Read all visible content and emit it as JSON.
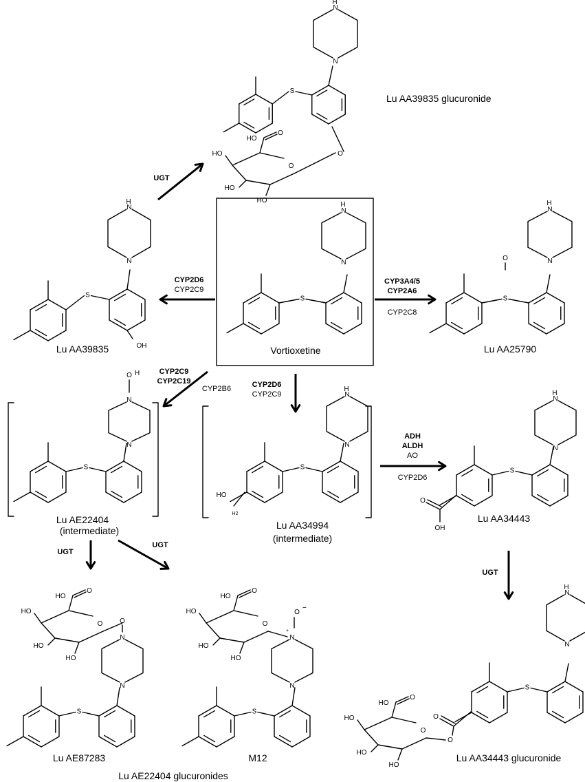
{
  "compounds": {
    "vortioxetine": "Vortioxetine",
    "lu_aa39835": "Lu AA39835",
    "lu_aa39835_gluc": "Lu AA39835 glucuronide",
    "lu_aa25790": "Lu AA25790",
    "lu_ae22404": "Lu AE22404",
    "lu_ae22404_note": "(intermediate)",
    "lu_aa34994": "Lu AA34994",
    "lu_aa34994_note": "(intermediate)",
    "lu_aa34443": "Lu AA34443",
    "lu_aa34443_gluc": "Lu AA34443 glucuronide",
    "lu_ae87283": "Lu AE87283",
    "m12": "M12",
    "lu_ae22404_glucs": "Lu AE22404 glucuronides"
  },
  "enzymes": {
    "ugt": "UGT",
    "cyp2d6": "CYP2D6",
    "cyp2c9": "CYP2C9",
    "cyp3a45": "CYP3A4/5",
    "cyp2a6": "CYP2A6",
    "cyp2c8": "CYP2C8",
    "cyp2c19": "CYP2C19",
    "cyp2b6": "CYP2B6",
    "adh": "ADH",
    "aldh": "ALDH",
    "ao": "AO"
  },
  "atoms": {
    "N": "N",
    "H": "H",
    "S": "S",
    "O": "O",
    "OH": "OH",
    "HO": "HO",
    "H2": "H2",
    "Nplus": "+",
    "Ominus": "−"
  }
}
